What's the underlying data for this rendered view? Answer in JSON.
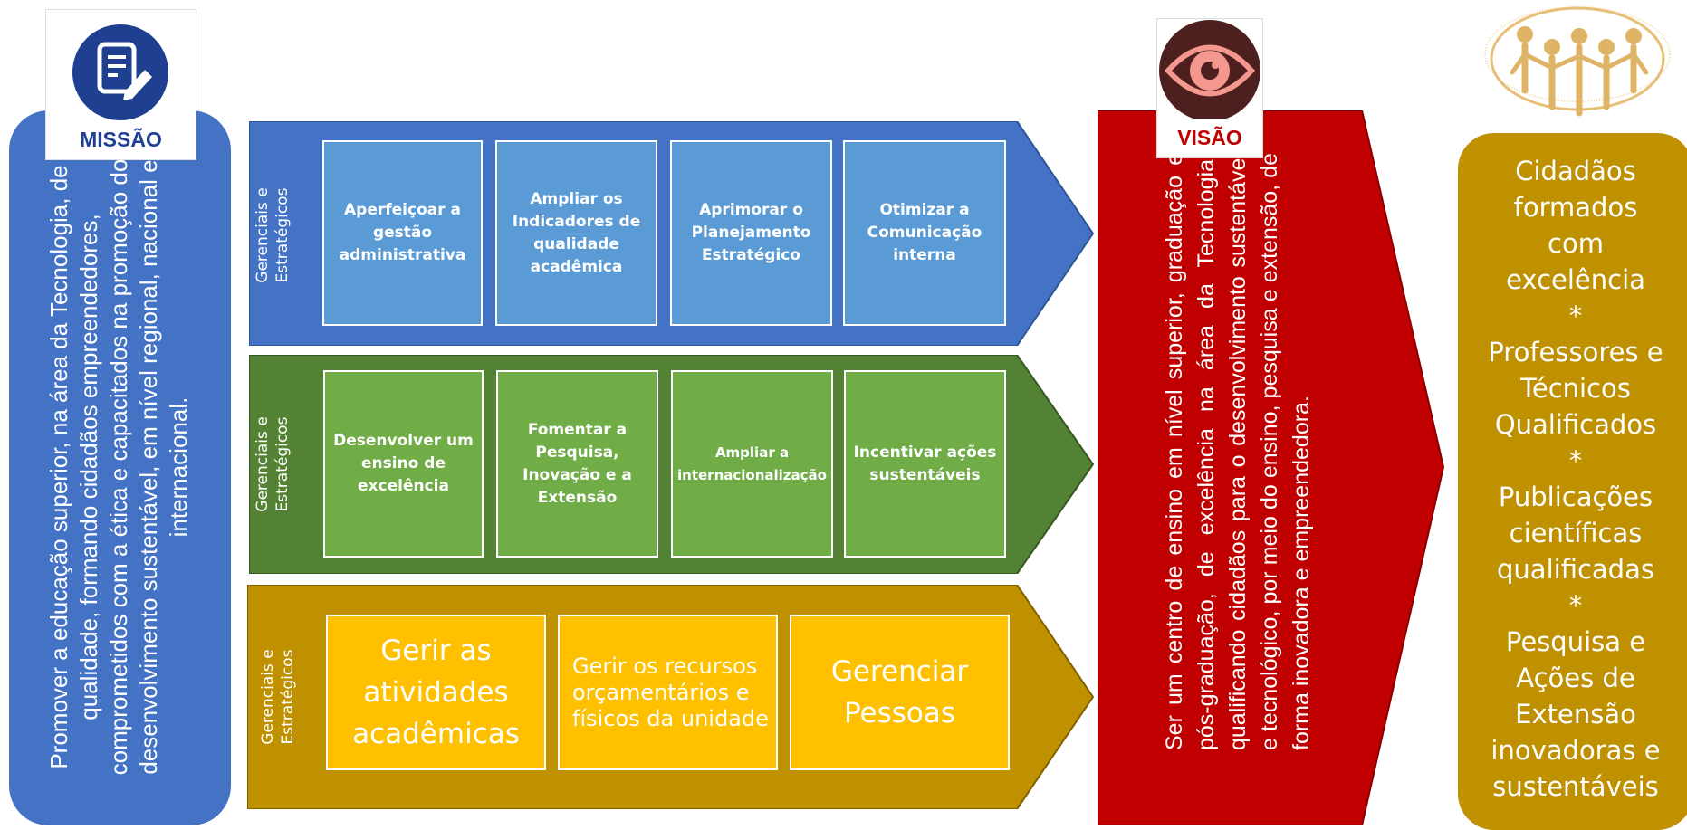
{
  "missao": {
    "badge_label": "MISSÃO",
    "text": "Promover a educação superior, na área da Tecnologia, de qualidade, formando cidadãos empreendedores, comprometidos com a ética e capacitados na promoção do desenvolvimento sustentável, em nível regional, nacional e internacional."
  },
  "rows": [
    {
      "label_line1": "Gerenciais e",
      "label_line2": "Estratégicos",
      "items": [
        "Aperfeiçoar a gestão administrativa",
        "Ampliar os Indicadores de qualidade acadêmica",
        "Aprimorar o Planejamento Estratégico",
        "Otimizar a Comunicação interna"
      ]
    },
    {
      "label_line1": "Gerenciais e",
      "label_line2": "Estratégicos",
      "items": [
        "Desenvolver um ensino de excelência",
        "Fomentar a Pesquisa, Inovação e a Extensão",
        "Ampliar a internacionalização",
        "Incentivar ações sustentáveis"
      ]
    },
    {
      "label_line1": "Gerenciais e",
      "label_line2": "Estratégicos",
      "items": [
        "Gerir as atividades acadêmicas",
        "Gerir os recursos orçamentários e físicos da unidade",
        "Gerenciar Pessoas"
      ]
    }
  ],
  "visao": {
    "badge_label": "VISÃO",
    "text": "Ser um centro de ensino em nível superior, graduação e pós-graduação, de excelência na área da Tecnologia, qualificando cidadãos para o desenvolvimento sustentável e tecnológico, por meio do ensino, pesquisa e extensão, de forma inovadora e empreendedora."
  },
  "results": {
    "item1": "Cidadãos formados com excelência",
    "sep1": "*",
    "item2": "Professores e Técnicos Qualificados",
    "sep2": "*",
    "item3": "Publicações científicas qualificadas",
    "sep3": "*",
    "item4": "Pesquisa e Ações de Extensão inovadoras e sustentáveis"
  },
  "colors": {
    "missao": "#4472C4",
    "row1": "#4472C4",
    "row1_box": "#5B9BD5",
    "row2": "#548235",
    "row2_box": "#70AD47",
    "row3": "#BF9000",
    "row3_box": "#FFC000",
    "visao": "#C00000",
    "results": "#BF9000"
  },
  "icons": {
    "missao": "document-pen-icon",
    "visao": "eye-icon",
    "people": "people-circle-icon"
  }
}
